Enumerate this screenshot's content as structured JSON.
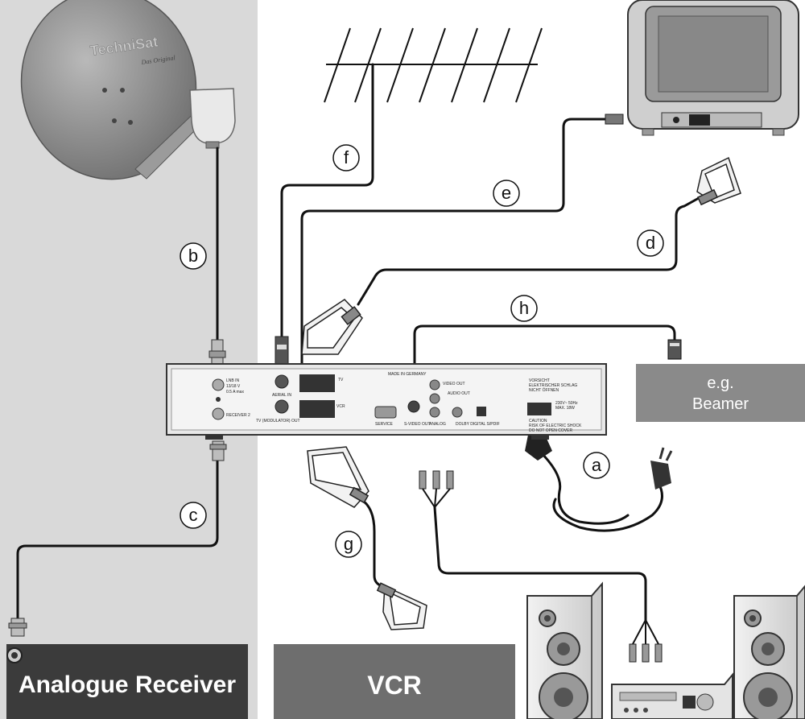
{
  "connectors": {
    "a": "a",
    "b": "b",
    "c": "c",
    "d": "d",
    "e": "e",
    "f": "f",
    "g": "g",
    "h": "h"
  },
  "devices": {
    "analogue_receiver": "Analogue Receiver",
    "vcr": "VCR",
    "beamer_line1": "e.g.",
    "beamer_line2": "Beamer"
  },
  "brand": {
    "dish_logo": "TechniSat",
    "dish_tagline": "Das Original"
  },
  "receiver_panel": {
    "made_in": "MADE IN GERMANY",
    "lnb_in": "LNB IN",
    "lnb_spec1": "13/18 V",
    "lnb_spec2": "0.5 A max",
    "receiver2": "RECEIVER 2",
    "aerial_in": "AERIAL IN",
    "tv_modulator": "TV (MODULATOR) OUT",
    "vcr": "VCR",
    "tv": "TV",
    "service": "SERVICE",
    "video_out": "VIDEO OUT",
    "audio_out": "AUDIO OUT",
    "svideo_out": "S-VIDEO OUT",
    "analog": "ANALOG",
    "dolby": "DOLBY DIGITAL S/PDIF",
    "warning1": "VORSICHT",
    "warning2": "ELEKTRISCHER SCHLAG",
    "warning3": "NICHT ÖFFNEN",
    "power_spec1": "230V~ 50Hz",
    "power_spec2": "MAX. 18W",
    "caution1": "CAUTION",
    "caution2": "RISK OF ELECTRIC SHOCK",
    "caution3": "DO NOT OPEN COVER"
  },
  "colors": {
    "left_panel": "#d9d9d9",
    "beamer_box": "#8a8a8a",
    "receiver_box": "#3b3b3b",
    "vcr_box": "#6e6e6e",
    "cable": "#111111"
  }
}
